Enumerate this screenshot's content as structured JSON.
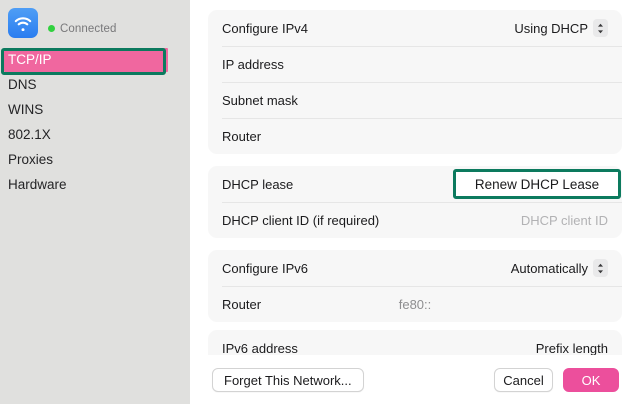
{
  "sidebar": {
    "icon": "wifi-icon",
    "status": {
      "indicator": "status-dot-green",
      "label": "Connected",
      "color": "#31d13f"
    },
    "items": [
      {
        "label": "TCP/IP",
        "selected": true
      },
      {
        "label": "DNS",
        "selected": false
      },
      {
        "label": "WINS",
        "selected": false
      },
      {
        "label": "802.1X",
        "selected": false
      },
      {
        "label": "Proxies",
        "selected": false
      },
      {
        "label": "Hardware",
        "selected": false
      }
    ]
  },
  "main": {
    "cards": [
      {
        "rows": [
          {
            "label": "Configure IPv4",
            "value": "Using DHCP",
            "control": "popup-stepper"
          },
          {
            "label": "IP address",
            "value": ""
          },
          {
            "label": "Subnet mask",
            "value": ""
          },
          {
            "label": "Router",
            "value": ""
          }
        ]
      },
      {
        "rows": [
          {
            "label": "DHCP lease",
            "value": "Renew DHCP Lease",
            "control": "button"
          },
          {
            "label": "DHCP client ID (if required)",
            "value": "DHCP client ID",
            "control": "placeholder"
          }
        ]
      },
      {
        "rows": [
          {
            "label": "Configure IPv6",
            "value": "Automatically",
            "control": "popup-stepper"
          },
          {
            "label": "Router",
            "value": "fe80::"
          }
        ]
      },
      {
        "rows": [
          {
            "label": "IPv6 address",
            "value": "Prefix length"
          }
        ]
      }
    ]
  },
  "bottom_bar": {
    "forget_label": "Forget This Network...",
    "cancel_label": "Cancel",
    "ok_label": "OK"
  },
  "annotations": {
    "highlight_color": "#0c7a5e",
    "selection_color": "#f0679f",
    "primary_button_color": "#ec4f9c"
  }
}
